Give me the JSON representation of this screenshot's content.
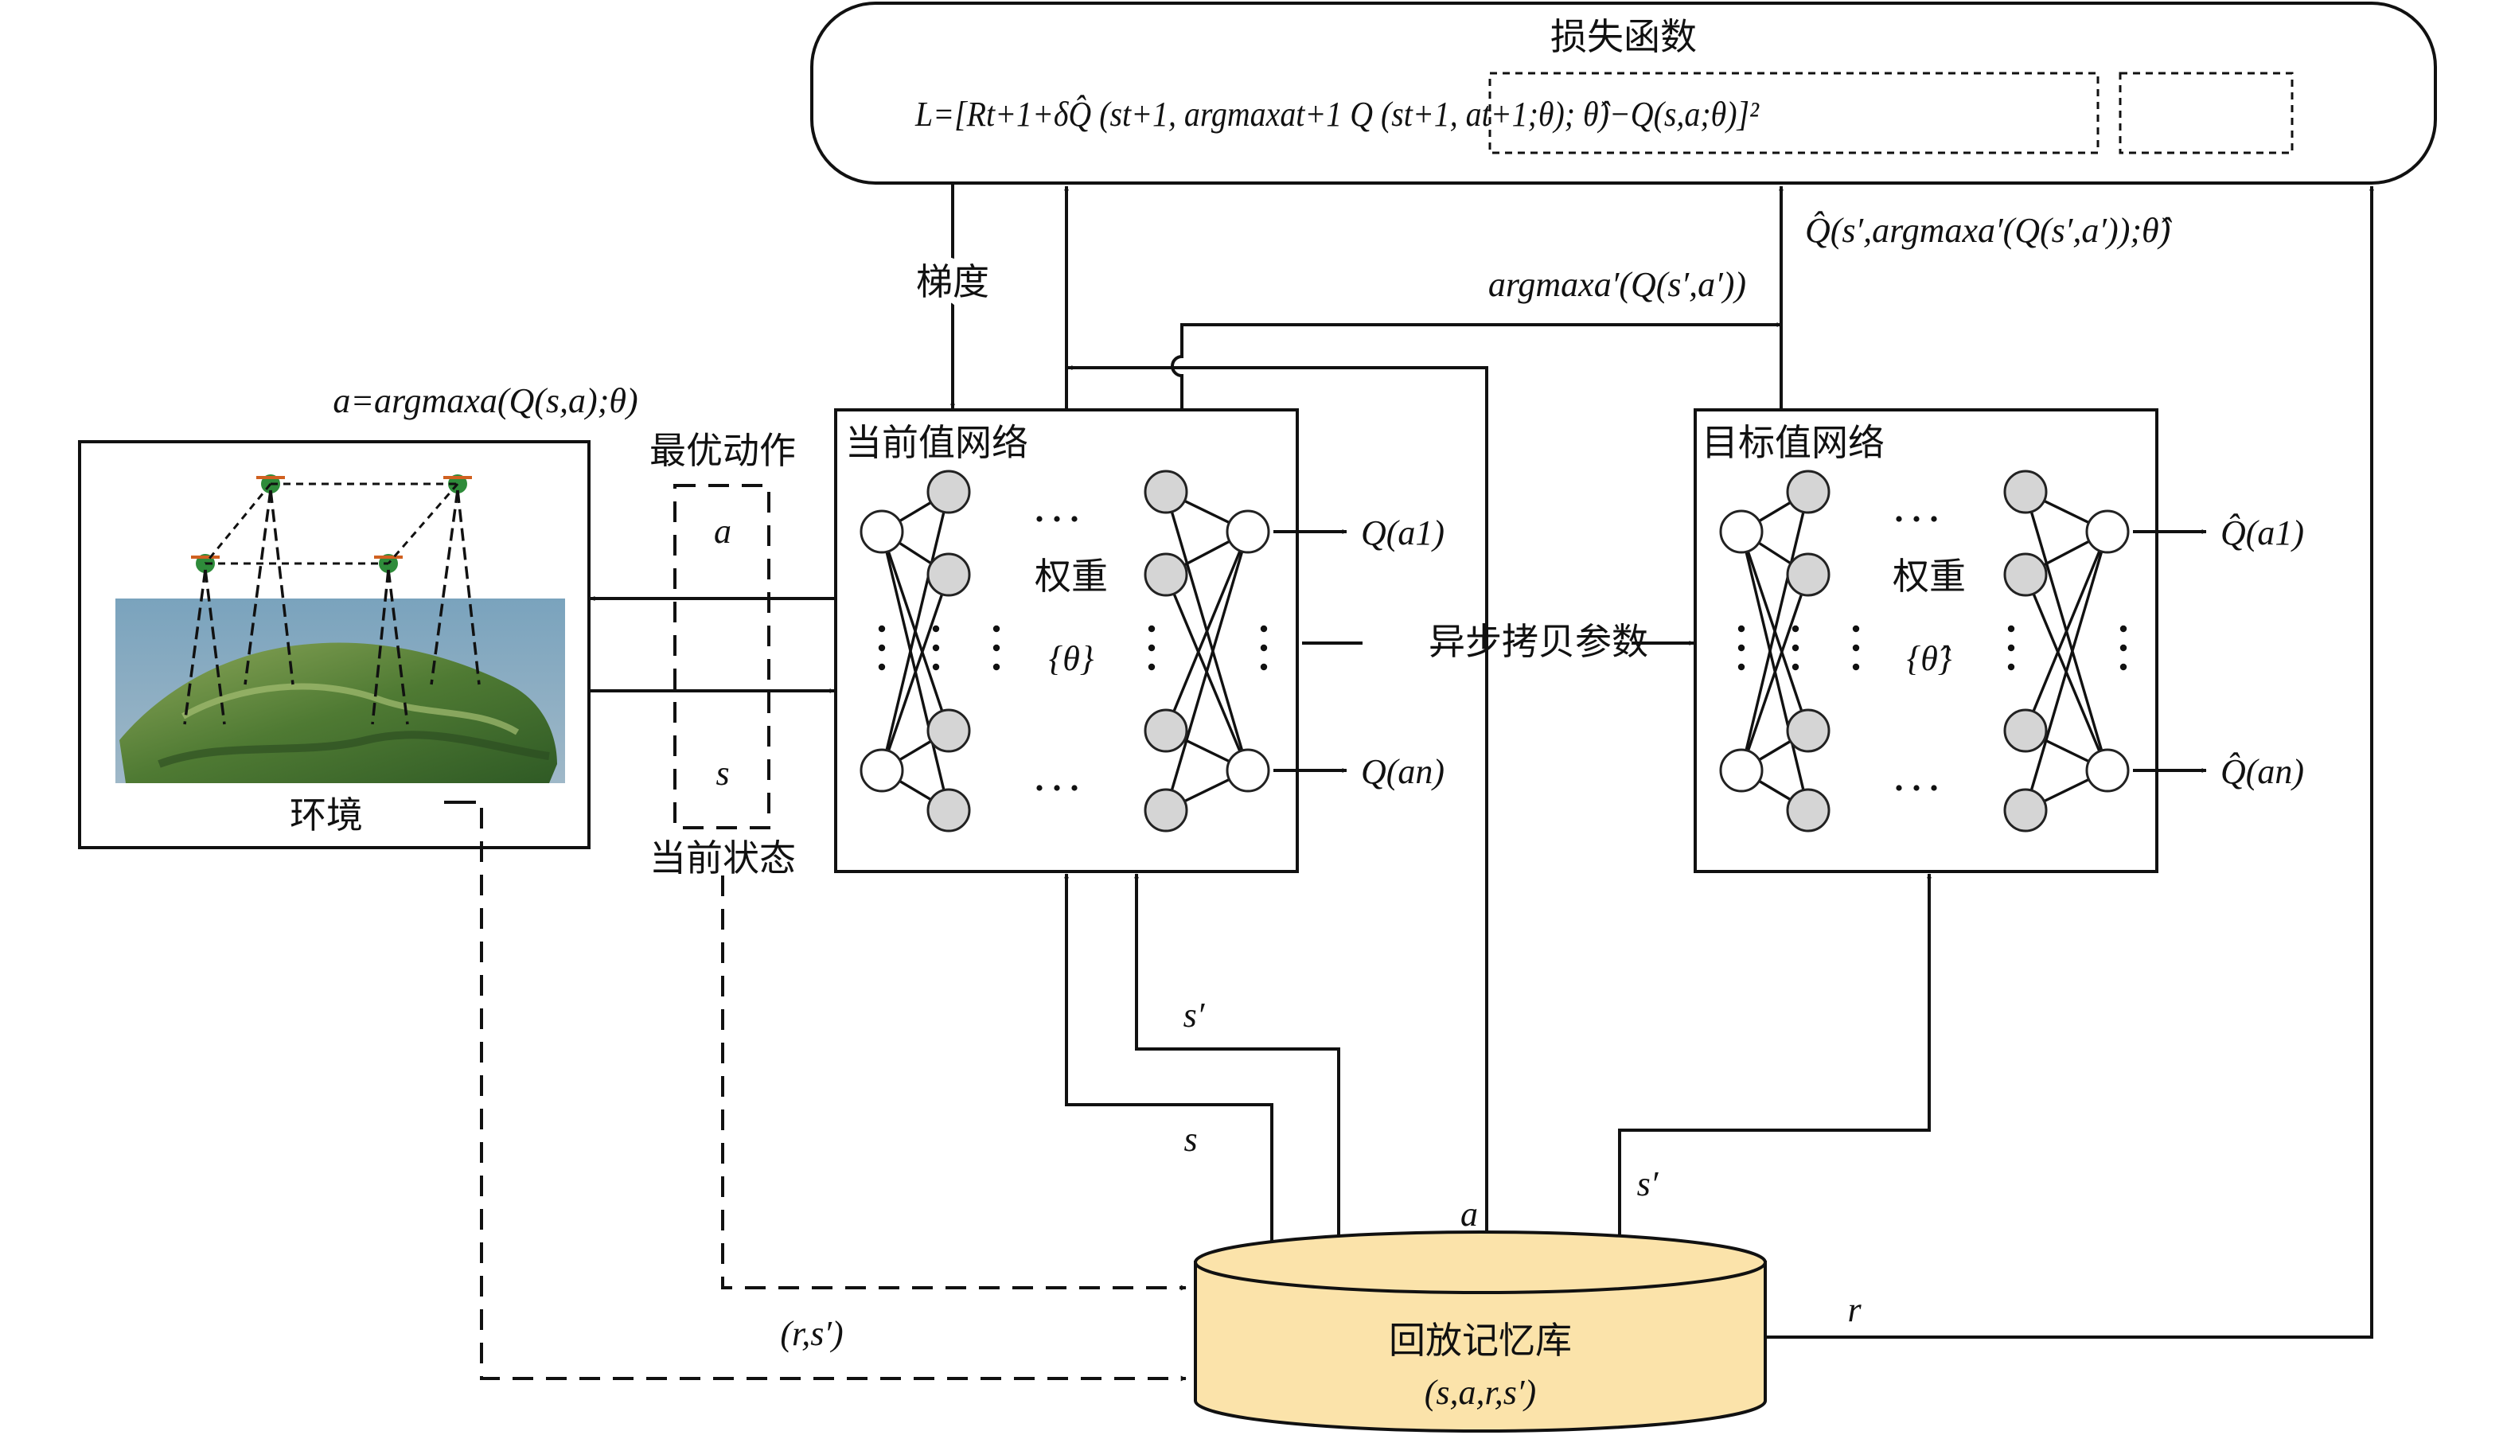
{
  "loss": {
    "title": "损失函数",
    "formula": "L=[Rt+1+δQ̂ (st+1, argmaxat+1 Q (st+1, at+1;θ); θ̂)−Q(s,a;θ)]²"
  },
  "labels": {
    "gradient": "梯度",
    "argmax_target": "argmaxa′(Q(s′,a′))",
    "qhat_target": "Q̂(s′,argmaxa′(Q(s′,a′));θ̂)",
    "argmax_action": "a=argmaxa(Q(s,a);θ)",
    "optimal_action": "最优动作",
    "current_state": "当前状态",
    "async_copy": "异步拷贝参数",
    "env": "环境",
    "replay_title": "回放记忆库",
    "replay_tuple": "(s,a,r,s′)",
    "r_s_prime": "(r,s′)",
    "r": "r",
    "a": "a",
    "s": "s",
    "s_prime": "s′",
    "a_box": "a",
    "s_box": "s"
  },
  "current_net": {
    "title": "当前值网络",
    "weights": "权重",
    "theta": "{θ}",
    "q_first": "Q(a1)",
    "q_last": "Q(an)"
  },
  "target_net": {
    "title": "目标值网络",
    "weights": "权重",
    "theta": "{θ̂}",
    "q_first": "Q̂(a1)",
    "q_last": "Q̂(an)"
  },
  "colors": {
    "replay_fill": "#fbe3aa",
    "neuron_gray": "#d5d5d5",
    "line": "#111111"
  }
}
